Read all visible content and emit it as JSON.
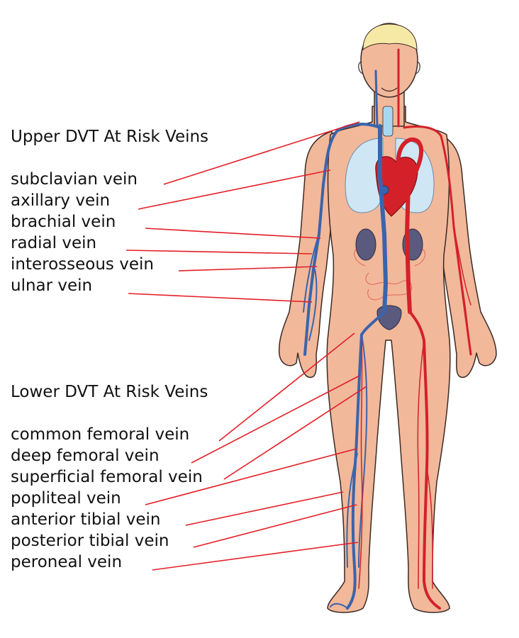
{
  "colors": {
    "skin": "#f2b89a",
    "skin_outline": "#3a2a25",
    "hair": "#f6e9a6",
    "vein": "#3a64ad",
    "artery": "#d42129",
    "lung": "#cfe6f4",
    "organ": "#5a5a7e",
    "leader_line": "#e41e26"
  },
  "upper": {
    "heading": "Upper DVT At Risk Veins",
    "veins": [
      {
        "label": "subclavian vein"
      },
      {
        "label": "axillary vein"
      },
      {
        "label": "brachial vein"
      },
      {
        "label": "radial vein"
      },
      {
        "label": "interosseous vein"
      },
      {
        "label": "ulnar vein"
      }
    ]
  },
  "lower": {
    "heading": "Lower DVT At Risk Veins",
    "veins": [
      {
        "label": "common femoral vein"
      },
      {
        "label": "deep femoral vein"
      },
      {
        "label": "superficial femoral vein"
      },
      {
        "label": "popliteal vein"
      },
      {
        "label": "anterior tibial vein"
      },
      {
        "label": "posterior tibial vein"
      },
      {
        "label": "peroneal vein"
      }
    ]
  }
}
